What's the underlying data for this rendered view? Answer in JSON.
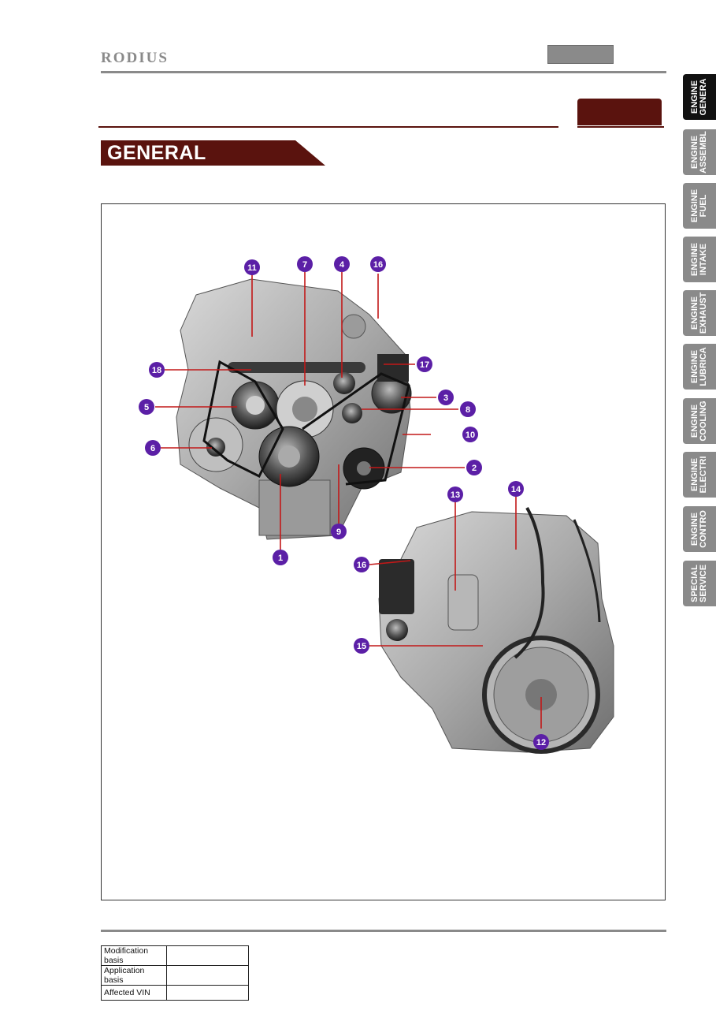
{
  "header": {
    "logo": "RODIUS",
    "section_title": "GENERAL"
  },
  "side_tabs": [
    {
      "label": "ENGINE\nGENERA",
      "active": true
    },
    {
      "label": "ENGINE\nASSEMBL",
      "active": false
    },
    {
      "label": "ENGINE\nFUEL",
      "active": false
    },
    {
      "label": "ENGINE\nINTAKE",
      "active": false
    },
    {
      "label": "ENGINE\nEXHAUST",
      "active": false
    },
    {
      "label": "ENGINE\nLUBRICA",
      "active": false
    },
    {
      "label": "ENGINE\nCOOLING",
      "active": false
    },
    {
      "label": "ENGINE\nELECTRI",
      "active": false
    },
    {
      "label": "ENGINE\nCONTRO",
      "active": false
    },
    {
      "label": "SPECIAL\nSERVICE",
      "active": false
    }
  ],
  "callouts": {
    "c1": "1",
    "c2": "2",
    "c3": "3",
    "c4": "4",
    "c5": "5",
    "c6": "6",
    "c7": "7",
    "c8": "8",
    "c9": "9",
    "c10": "10",
    "c11": "11",
    "c12": "12",
    "c13": "13",
    "c14": "14",
    "c15": "15",
    "c16a": "16",
    "c16b": "16",
    "c17": "17",
    "c18": "18"
  },
  "basis_table": [
    {
      "label": "Modification basis",
      "value": ""
    },
    {
      "label": "Application basis",
      "value": ""
    },
    {
      "label": "Affected VIN",
      "value": ""
    }
  ],
  "colors": {
    "maroon": "#5a130e",
    "callout": "#5b1fa6",
    "leader": "#c21818",
    "grey": "#8a8a8a"
  }
}
